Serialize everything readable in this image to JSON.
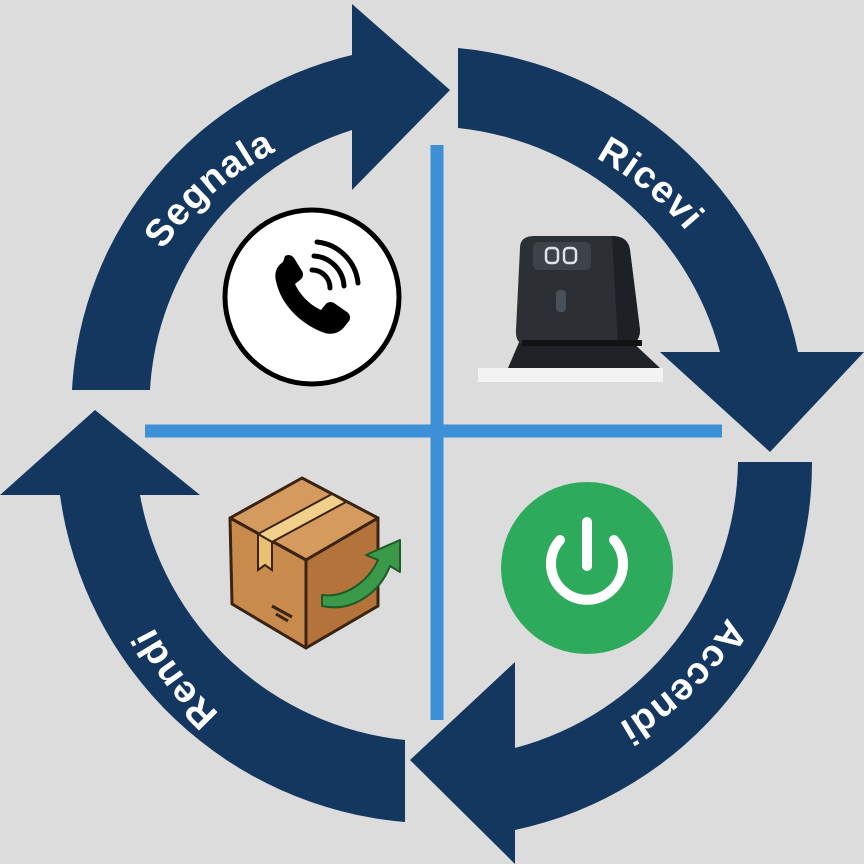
{
  "diagram": {
    "background": "#dcdcdc",
    "arrow_color": "#14375f",
    "divider_color": "#3d8fd6",
    "steps": [
      {
        "id": "segnala",
        "label": "Segnala",
        "icon": "phone-icon"
      },
      {
        "id": "ricevi",
        "label": "Ricevi",
        "icon": "robot-cleaner-icon"
      },
      {
        "id": "accendi",
        "label": "Accendi",
        "icon": "power-icon"
      },
      {
        "id": "rendi",
        "label": "Rendi",
        "icon": "return-box-icon"
      }
    ],
    "colors": {
      "power_button": "#2eaa5c",
      "box": "#c98a4e",
      "return_arrow": "#3a9a4a"
    }
  }
}
